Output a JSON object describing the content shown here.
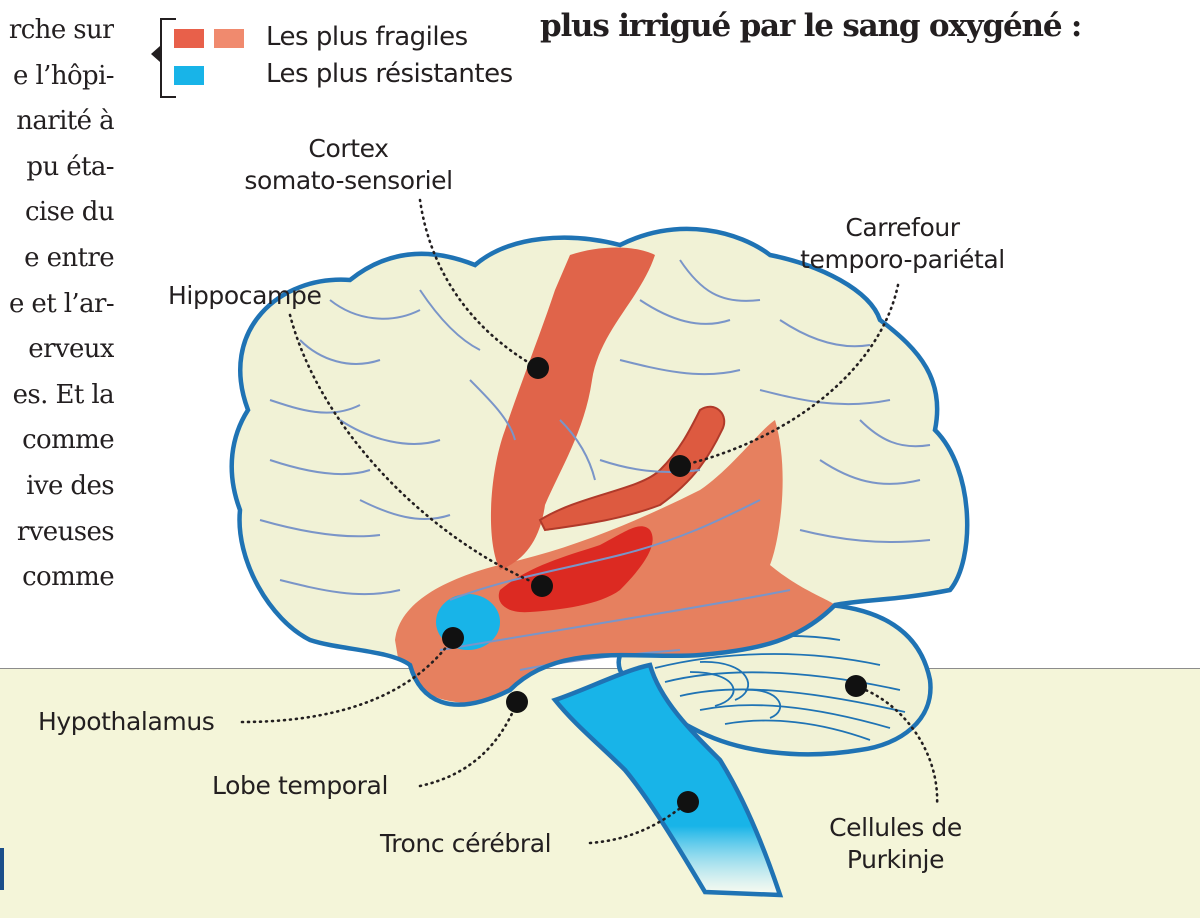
{
  "article": {
    "lines": [
      "rche sur",
      "e l’hôpi-",
      "narité à",
      "pu éta-",
      "cise du",
      "e entre",
      "e et l’ar-",
      "erveux",
      "es. Et la",
      "comme",
      "ive des",
      "rveuses",
      "comme"
    ],
    "heading": "plus irrigué par le sang oxygéné :"
  },
  "legend": {
    "fragile_label": "Les plus fragiles",
    "resistant_label": "Les plus résistantes",
    "fragile_colors": [
      "#e8604a",
      "#f08a6e"
    ],
    "resistant_color": "#18b4e8"
  },
  "labels": {
    "cortex_line1": "Cortex",
    "cortex_line2": "somato-sensoriel",
    "carrefour_line1": "Carrefour",
    "carrefour_line2": "temporo-pariétal",
    "hippocampe": "Hippocampe",
    "hypothalamus": "Hypothalamus",
    "lobe_temporal": "Lobe temporal",
    "tronc": "Tronc cérébral",
    "purkinje_line1": "Cellules de",
    "purkinje_line2": "Purkinje"
  },
  "colors": {
    "brain_fill": "#f1f2d6",
    "brain_outline": "#1f73b4",
    "vessel": "#7a95c8",
    "temporal_fill": "#e6805f",
    "strip_fill": "#e0644a",
    "hippo_fill": "#dc2a22",
    "stem_fill": "#18b4e8",
    "purkinje_fill": "#de4f3a",
    "band": "#f4f5d9"
  }
}
